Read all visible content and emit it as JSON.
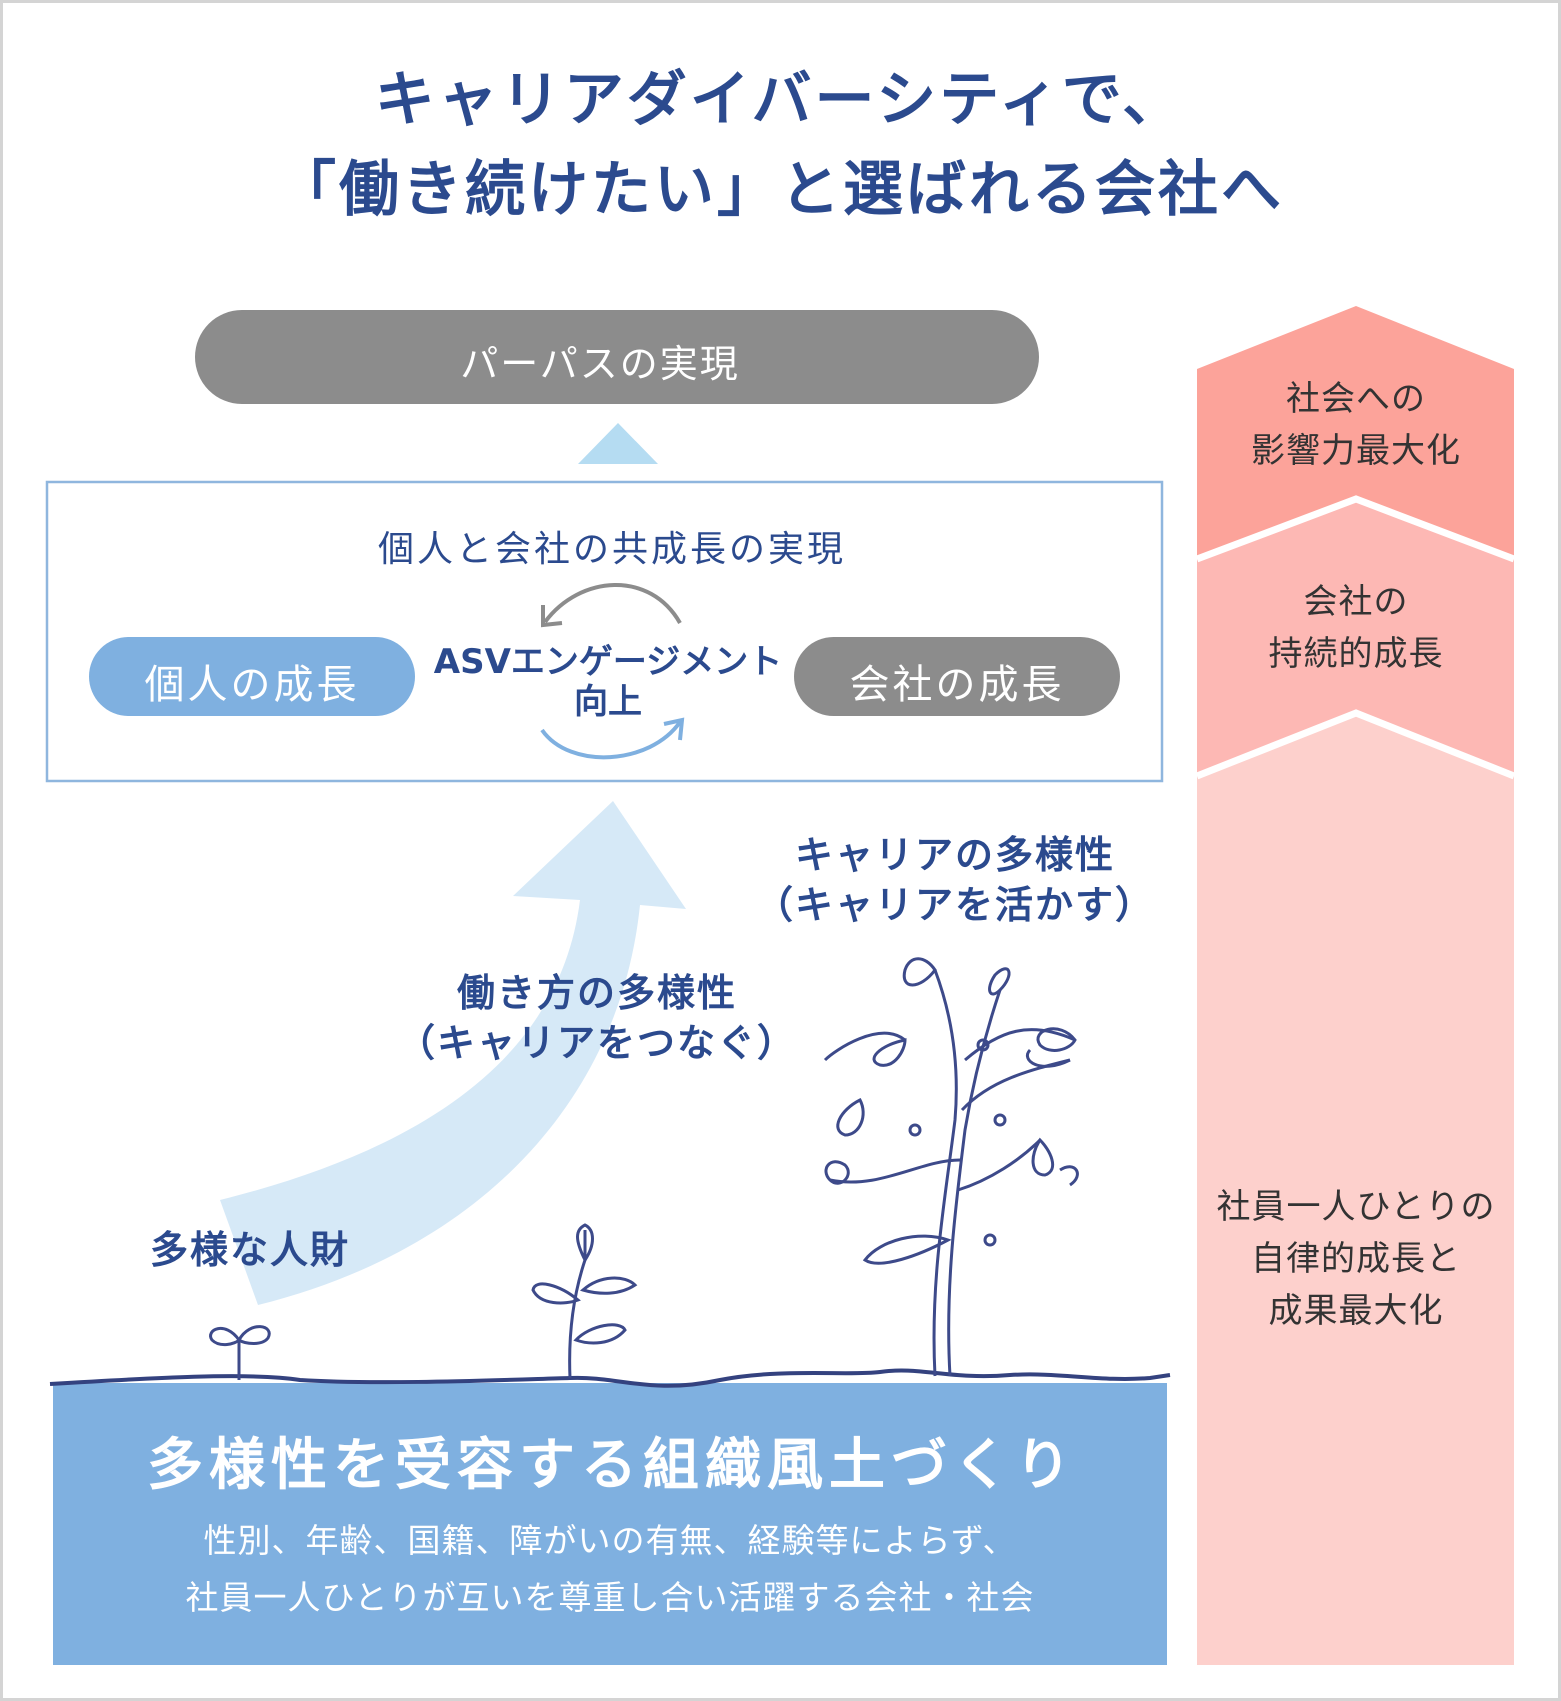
{
  "title": {
    "line1": "キャリアダイバーシティで、",
    "line2": "「働き続けたい」と選ばれる会社へ"
  },
  "purpose": "パーパスの実現",
  "co_growth": {
    "title": "個人と会社の共成長の実現",
    "individual": "個人の成長",
    "company": "会社の成長",
    "engagement_line1": "ASVエンゲージメント",
    "engagement_line2": "向上"
  },
  "labels": {
    "career_diversity": "キャリアの多様性",
    "career_diversity_sub": "（キャリアを活かす）",
    "work_diversity": "働き方の多様性",
    "work_diversity_sub": "（キャリアをつなぐ）",
    "diverse_talent": "多様な人財"
  },
  "foundation": {
    "title": "多様性を受容する組織風土づくり",
    "line1": "性別、年齢、国籍、障がいの有無、経験等によらず、",
    "line2": "社員一人ひとりが互いを尊重し合い活躍する会社・社会"
  },
  "stages": [
    {
      "line1": "社会への",
      "line2": "影響力最大化"
    },
    {
      "line1": "会社の",
      "line2": "持続的成長"
    },
    {
      "line1": "社員一人ひとりの",
      "line2": "自律的成長と",
      "line3": "成果最大化"
    }
  ],
  "colors": {
    "navy": "#2b4a8e",
    "gray": "#8c8c8c",
    "blue": "#7fb0e0",
    "light_blue": "#d6e9f7",
    "pink1": "#fca39a",
    "pink2": "#fdb8b4",
    "pink3": "#fdd0cc"
  }
}
